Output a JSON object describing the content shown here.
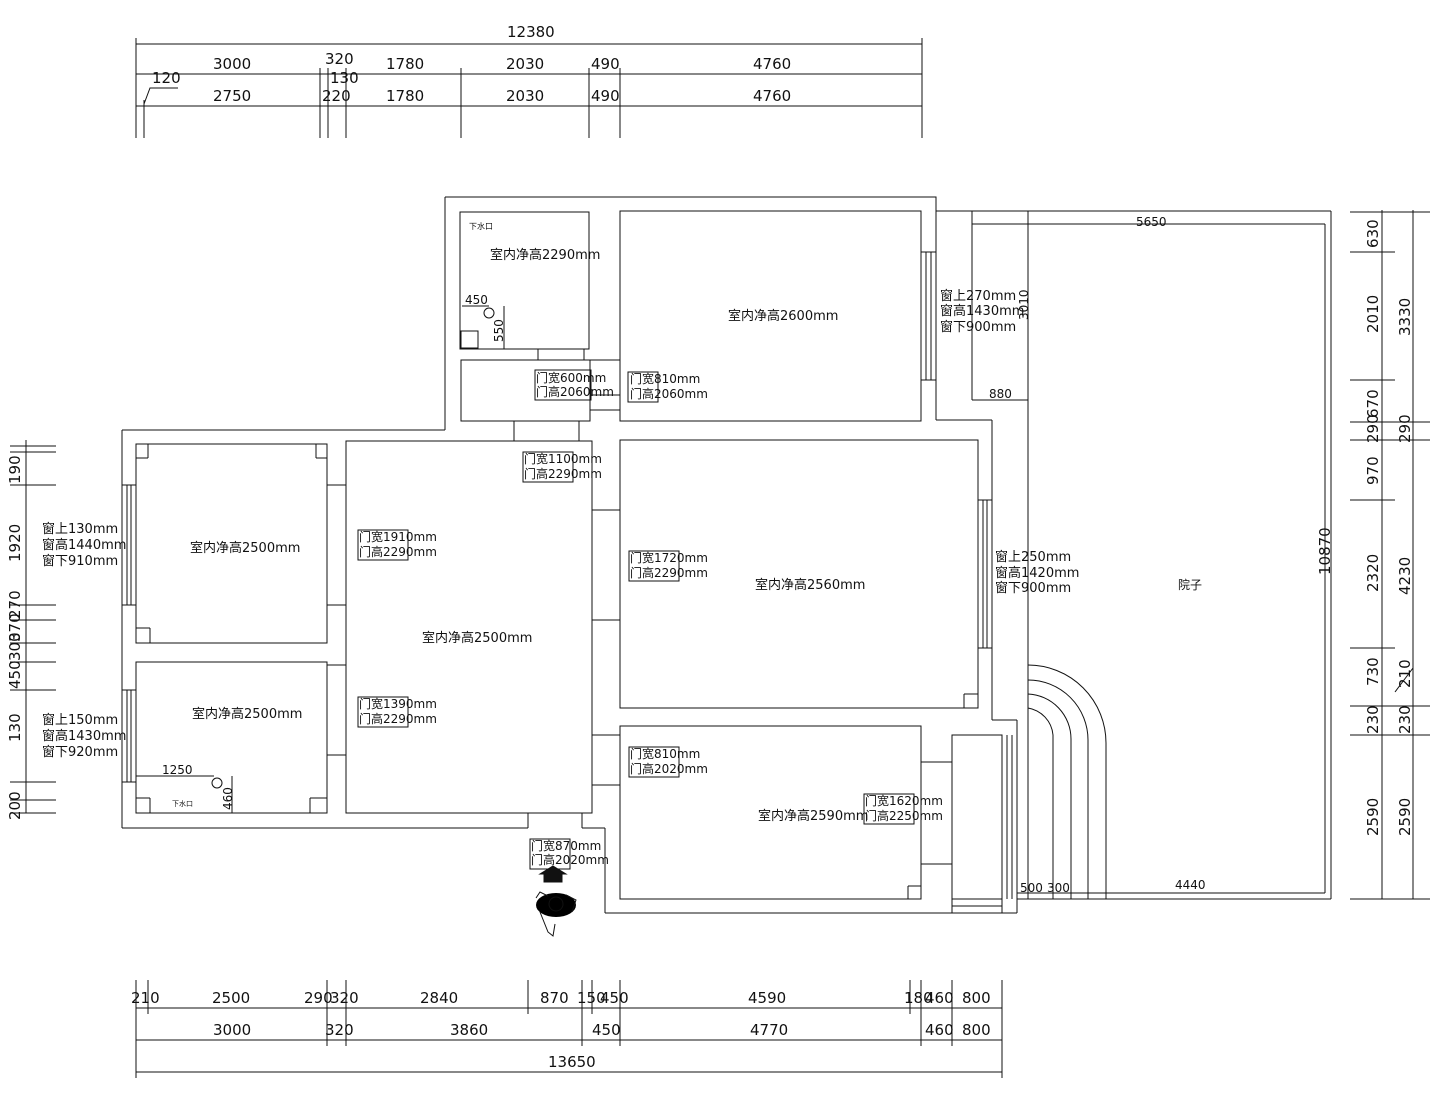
{
  "dims": {
    "top_total": "12380",
    "top_row1": [
      "3000",
      "320",
      "1780",
      "2030",
      "490",
      "4760"
    ],
    "top_row2": [
      "2750",
      "220",
      "1780",
      "2030",
      "490",
      "4760"
    ],
    "top_small": [
      "120",
      "130"
    ],
    "bottom_row1": [
      "210",
      "2500",
      "290",
      "320",
      "2840",
      "870",
      "150",
      "450",
      "4590",
      "180",
      "460",
      "800"
    ],
    "bottom_row2": [
      "3000",
      "320",
      "3860",
      "450",
      "4770",
      "460",
      "800"
    ],
    "bottom_total": "13650",
    "right_col1": [
      "630",
      "2010",
      "670",
      "290",
      "970",
      "2320",
      "730",
      "230",
      "2590"
    ],
    "right_col2": [
      "3330",
      "290",
      "4230",
      "210",
      "230",
      "2590"
    ],
    "right_cut": "10870",
    "left_col": [
      "190",
      "1920",
      "270",
      "370",
      "300",
      "450",
      "130",
      "200"
    ],
    "terrace_top": "5650",
    "terrace_left": "880",
    "terrace_bottom": "4440",
    "terrace_small": "500",
    "terrace_small2": "300",
    "vertical_3010": "3010",
    "vertical_10870": "10870"
  },
  "rooms": {
    "bath_top": "室内净高2290mm",
    "master": "室内净高2600mm",
    "bed_left_top": "室内净高2500mm",
    "living": "室内净高2500mm",
    "bed_left_bottom": "室内净高2500mm",
    "room_mid": "室内净高2560mm",
    "room_bottom": "室内净高2590mm",
    "terrace": "院子"
  },
  "doors": {
    "d1": [
      "门宽600mm",
      "门高2060mm"
    ],
    "d2": [
      "门宽810mm",
      "门高2060mm"
    ],
    "d3": [
      "门宽1100mm",
      "门高2290mm"
    ],
    "d4": [
      "门宽1910mm",
      "门高2290mm"
    ],
    "d5": [
      "门宽1720mm",
      "门高2290mm"
    ],
    "d6": [
      "门宽1390mm",
      "门高2290mm"
    ],
    "d7": [
      "门宽810mm",
      "门高2020mm"
    ],
    "d8": [
      "门宽1620mm",
      "门高2250mm"
    ],
    "d9": [
      "门宽870mm",
      "门高2020mm"
    ]
  },
  "windows": {
    "w_master": [
      "窗上270mm",
      "窗高1430mm",
      "窗下900mm"
    ],
    "w_mid": [
      "窗上250mm",
      "窗高1420mm",
      "窗下900mm"
    ],
    "w_left_top": [
      "窗上130mm",
      "窗高1440mm",
      "窗下910mm"
    ],
    "w_left_bottom": [
      "窗上150mm",
      "窗高1430mm",
      "窗下920mm"
    ]
  },
  "fixtures": {
    "bath_450": "450",
    "bath_550": "550",
    "bath_note": "下水口",
    "wash_1250": "1250",
    "wash_460": "460",
    "wash_note": "下水口"
  }
}
